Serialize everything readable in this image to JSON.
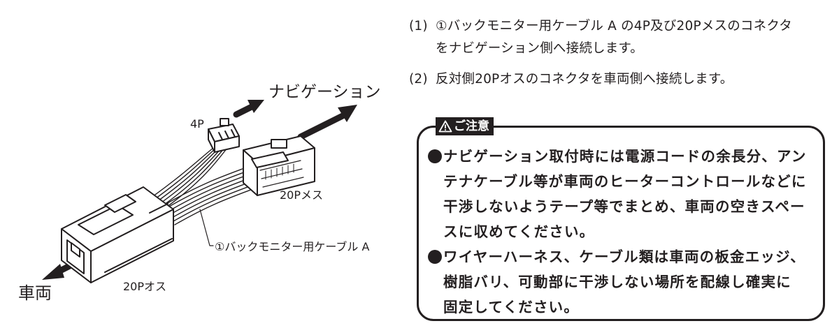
{
  "diagram": {
    "navigation_label": "ナビゲーション",
    "connector_4p_label": "4P",
    "connector_20p_female_label": "20Pメス",
    "cable_label": "①バックモニター用ケーブル A",
    "connector_20p_male_label": "20Pオス",
    "vehicle_label": "車両"
  },
  "steps": [
    {
      "number": "(1)",
      "line1": "①バックモニター用ケーブル A の4P及び20Pメスのコネクタ",
      "line2": "をナビゲーション側へ接続します。"
    },
    {
      "number": "(2)",
      "line1": "反対側20Pオスのコネクタを車両側へ接続します。"
    }
  ],
  "caution": {
    "title": "ご注意",
    "items": [
      "ナビゲーション取付時には電源コードの余長分、アン\nテナケーブル等が車両のヒーターコントロールなどに\n干渉しないようテープ等でまとめ、車両の空きスペー\nスに収めてください。",
      "ワイヤーハーネス、ケーブル類は車両の板金エッジ、\n樹脂バリ、可動部に干渉しない場所を配線し確実に\n固定してください。"
    ]
  }
}
